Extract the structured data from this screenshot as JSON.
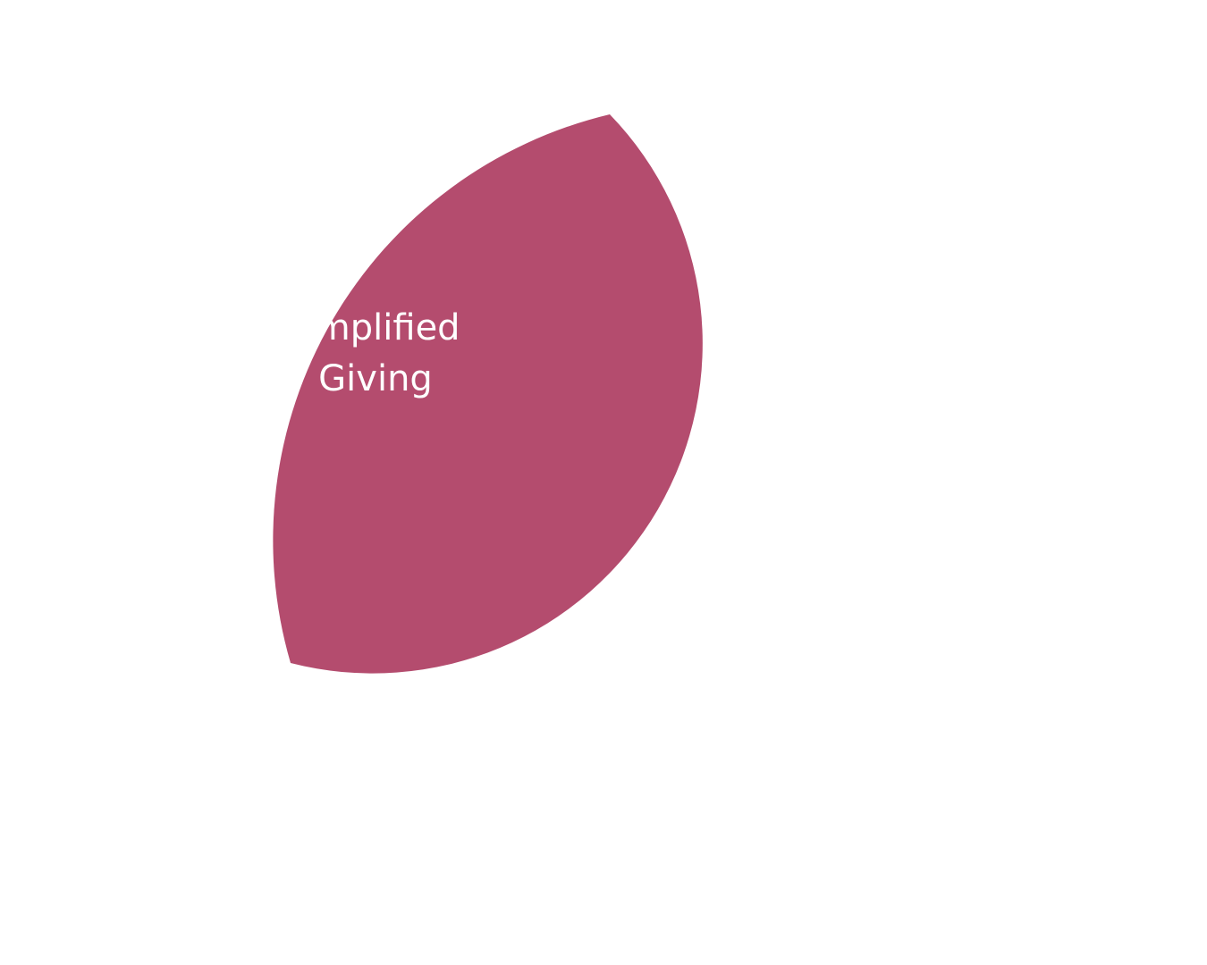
{
  "chart_data": {
    "type": "pie",
    "title": "",
    "slices": [
      {
        "label_line1": "Amplified",
        "label_line2": "Giving",
        "color": "#B44C6E"
      }
    ]
  }
}
